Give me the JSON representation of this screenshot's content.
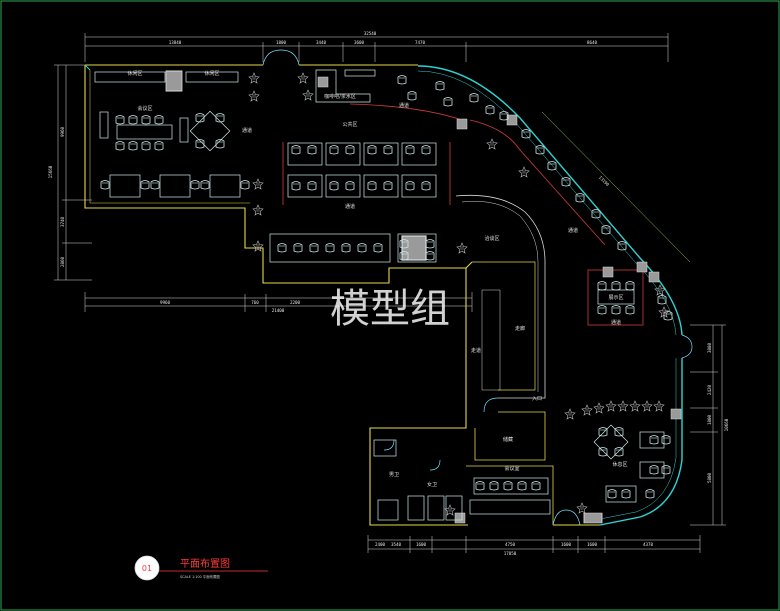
{
  "colors": {
    "background": "#000000",
    "wall_yellow": "#e6d84a",
    "wall_white": "#d8d8d8",
    "glass_cyan": "#2fd2d2",
    "furniture": "#cfe8e8",
    "partition_red": "#d23b3b",
    "door_cyan": "#6fe0ff",
    "dimension_white": "#dcdcdc",
    "dimension_green": "#8fd46a",
    "column_fill": "#9a9a9a",
    "plant_grey": "#bdbdbd",
    "title_red": "#ff3b3b",
    "frame": "#2ea84f"
  },
  "watermark": "模型组",
  "title_block": {
    "number": "01",
    "title": "平面布置图",
    "scale": "SCALE 1:100 平面布置图"
  },
  "dimensions": {
    "top_chain": [
      "13840",
      "1800",
      "3440",
      "3600",
      "7470",
      "8640"
    ],
    "top_overall": "32540",
    "left_chain": [
      "9960",
      "3740",
      "2860"
    ],
    "left_overall": "15660",
    "mid_chain": [
      "9960",
      "760",
      "2200"
    ],
    "mid_overall": "21400",
    "right_chain": [
      "3880",
      "2420",
      "1800",
      "5800"
    ],
    "right_overall": "10660",
    "diagonal": "13190",
    "bottom_chain": [
      "2400",
      "3540",
      "1600",
      "4750",
      "1600",
      "1600",
      "4370"
    ],
    "bottom_overall": "17850"
  },
  "rooms": {
    "room_a": "休闲区",
    "room_b": "休闲区",
    "meeting": "会议区",
    "public_area": "公共区",
    "coffee": "咖啡吧/茶水区",
    "passage_1": "通道",
    "passage_2": "通道",
    "passage_3": "通道",
    "passage_4": "通道",
    "lounge": "洽谈区",
    "corridor": "走廊",
    "exhibit": "展示区",
    "exhibit_2": "通道",
    "walkway": "走道",
    "storage": "储藏",
    "entrance": "入口",
    "rest_area": "休息区",
    "office": "会议室",
    "restroom_m": "男卫",
    "restroom_f": "女卫"
  }
}
